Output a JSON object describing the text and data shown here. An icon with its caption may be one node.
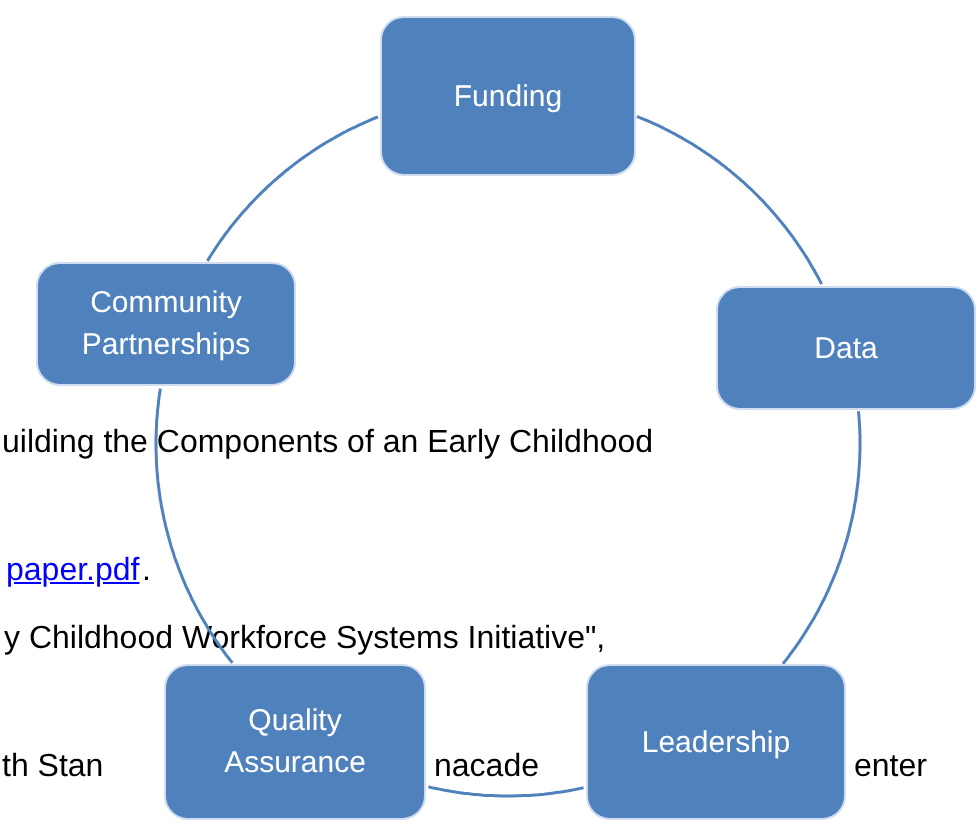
{
  "diagram": {
    "nodes": [
      {
        "text": [
          "Funding"
        ]
      },
      {
        "text": [
          "Data"
        ]
      },
      {
        "text": [
          "Leadership"
        ]
      },
      {
        "text": [
          "Quality Assurance"
        ]
      },
      {
        "text": [
          "Community Partnerships"
        ]
      }
    ],
    "edges": [
      {
        "from": 0,
        "to": 1,
        "arrow": "none"
      },
      {
        "from": 1,
        "to": 2,
        "arrow": "none"
      },
      {
        "from": 2,
        "to": 3,
        "arrow": "none"
      },
      {
        "from": 3,
        "to": 4,
        "arrow": "none"
      },
      {
        "from": 4,
        "to": 0,
        "arrow": "none"
      }
    ],
    "labels": [
      "uilding the Components of an Early Childhood",
      "paper.pdf",
      ".",
      "y Childhood Workforce Systems Initiative\",",
      "th Stan",
      "nacade",
      "enter"
    ]
  }
}
